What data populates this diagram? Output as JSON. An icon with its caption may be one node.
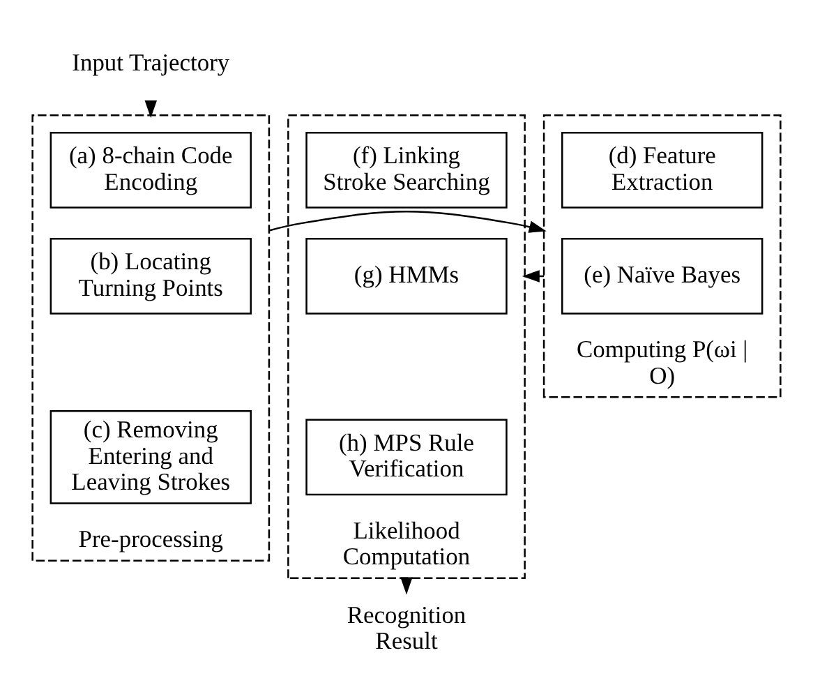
{
  "diagram": {
    "nodes": [
      {
        "text": [
          "Input Trajectory"
        ]
      },
      {
        "text": [
          "Pre-processing"
        ]
      },
      {
        "text": [
          "(a) 8-chain Code Encoding"
        ],
        "in": 1
      },
      {
        "text": [
          "(b) Locating Turning Points"
        ],
        "in": 1
      },
      {
        "text": [
          "(c) Removing Entering and Leaving Strokes"
        ],
        "in": 1
      },
      {
        "text": [
          "Computing P(ωi | O)"
        ]
      },
      {
        "text": [
          "(d) Feature Extraction"
        ],
        "in": 5
      },
      {
        "text": [
          "(e) Naïve Bayes"
        ],
        "in": 5
      },
      {
        "text": [
          "Likelihood Computation"
        ]
      },
      {
        "text": [
          "(f) Linking Stroke Searching"
        ],
        "in": 8
      },
      {
        "text": [
          "(g) HMMs"
        ],
        "in": 8
      },
      {
        "text": [
          "(h) MPS Rule Verification"
        ],
        "in": 8
      },
      {
        "text": [
          "Recognition Result"
        ]
      }
    ],
    "edges": [
      {
        "from": 0,
        "to": 1,
        "arrow": "to"
      },
      {
        "from": 1,
        "to": 5,
        "arrow": "to"
      },
      {
        "from": 5,
        "to": 8,
        "arrow": "to"
      },
      {
        "from": 8,
        "to": 12,
        "arrow": "to"
      }
    ]
  }
}
